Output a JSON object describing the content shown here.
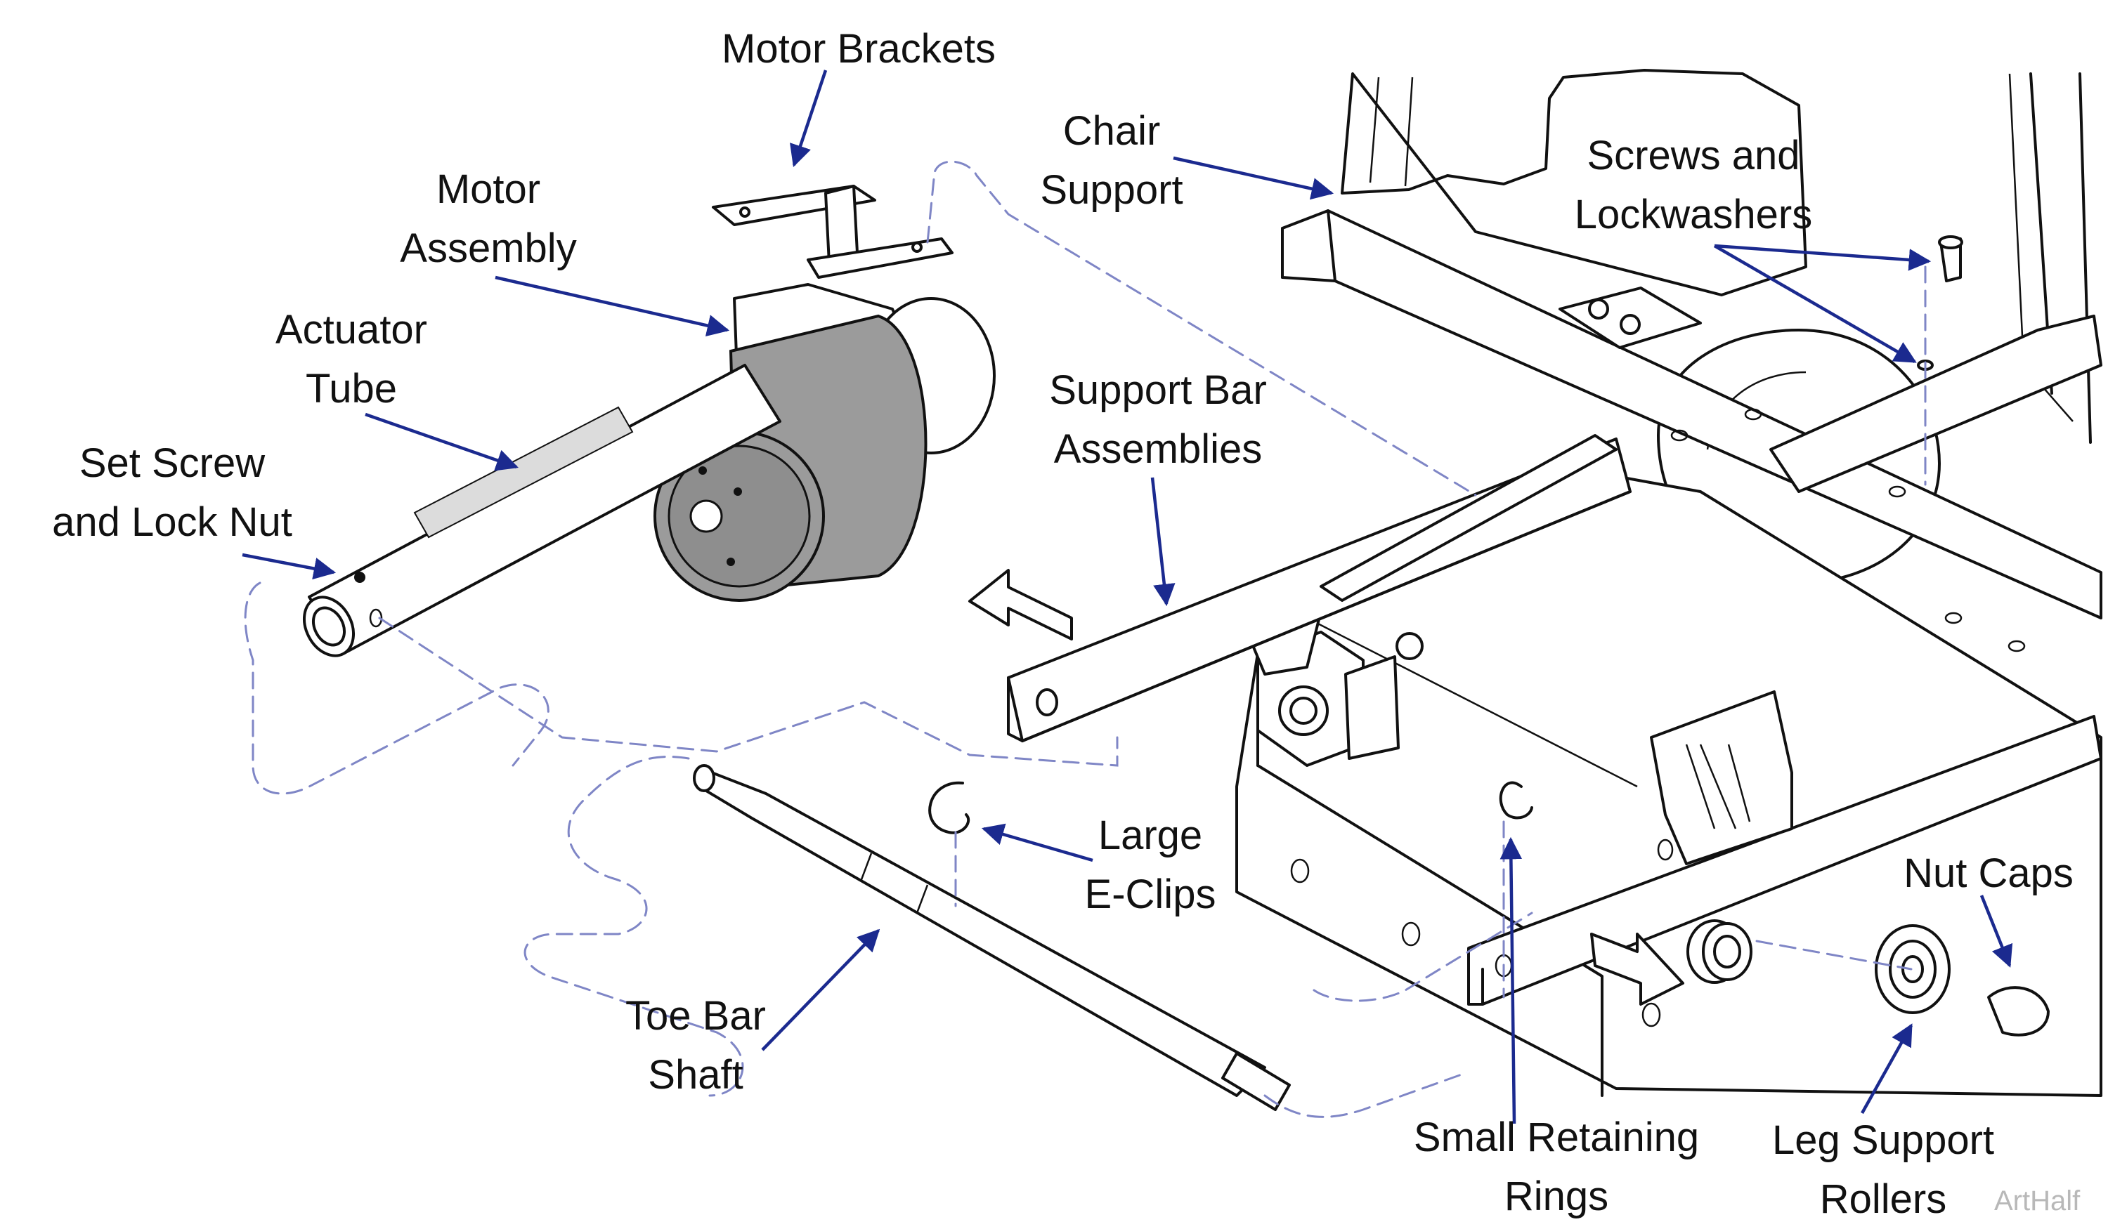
{
  "diagram": {
    "labels": {
      "motor_brackets": [
        "Motor Brackets"
      ],
      "chair_support": [
        "Chair",
        "Support"
      ],
      "motor_assembly": [
        "Motor",
        "Assembly"
      ],
      "screws_and_lockwashers": [
        "Screws and",
        "Lockwashers"
      ],
      "actuator_tube": [
        "Actuator",
        "Tube"
      ],
      "support_bar_assemblies": [
        "Support Bar",
        "Assemblies"
      ],
      "set_screw_and_lock_nut": [
        "Set Screw",
        "and Lock Nut"
      ],
      "large_e_clips": [
        "Large",
        "E-Clips"
      ],
      "nut_caps": [
        "Nut Caps"
      ],
      "toe_bar_shaft": [
        "Toe Bar",
        "Shaft"
      ],
      "small_retaining_rings": [
        "Small Retaining",
        "Rings"
      ],
      "leg_support_rollers": [
        "Leg Support",
        "Rollers"
      ]
    },
    "watermark": "ArtHalf"
  },
  "colors": {
    "callout_arrow": "#1b2a8f",
    "dashed_leader": "#7f86c6",
    "motor_body": "#9b9b9b",
    "outline": "#111111"
  }
}
